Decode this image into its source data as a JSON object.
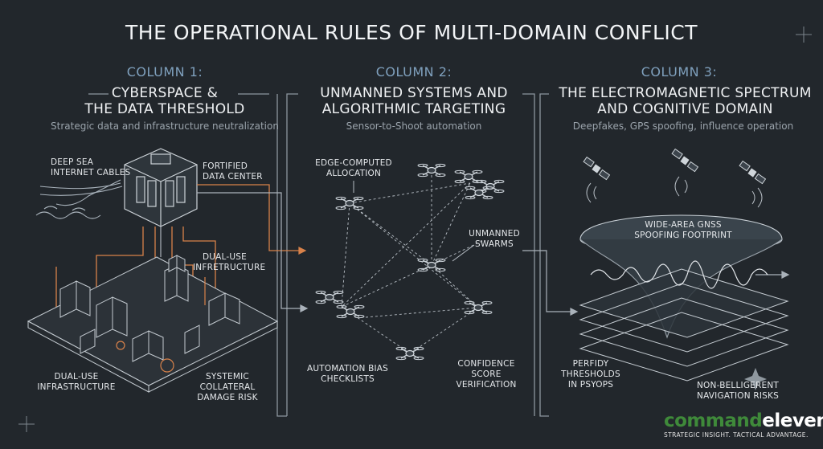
{
  "title": "THE OPERATIONAL RULES OF MULTI-DOMAIN CONFLICT",
  "columns": [
    {
      "kicker": "COLUMN 1:",
      "heading_line1": "CYBERSPACE &",
      "heading_line2": "THE DATA THRESHOLD",
      "subtitle": "Strategic data and infrastructure neutralization",
      "labels": {
        "cables_l1": "DEEP SEA",
        "cables_l2": "INTERNET CABLES",
        "datacenter_l1": "FORTIFIED",
        "datacenter_l2": "DATA CENTER",
        "dualuse_top_l1": "DUAL-USE",
        "dualuse_top_l2": "INFRETRUCTURE",
        "dualuse_bottom_l1": "DUAL-USE",
        "dualuse_bottom_l2": "INFRASTRUCTURE",
        "systemic_l1": "SYSTEMIC",
        "systemic_l2": "COLLATERAL",
        "systemic_l3": "DAMAGE RISK"
      }
    },
    {
      "kicker": "COLUMN 2:",
      "heading_line1": "UNMANNED SYSTEMS AND",
      "heading_line2": "ALGORITHMIC TARGETING",
      "subtitle": "Sensor-to-Shoot automation",
      "labels": {
        "edge_l1": "EDGE-COMPUTED",
        "edge_l2": "ALLOCATION",
        "swarms_l1": "UNMANNED",
        "swarms_l2": "SWARMS",
        "bias_l1": "AUTOMATION BIAS",
        "bias_l2": "CHECKLISTS",
        "conf_l1": "CONFIDENCE",
        "conf_l2": "SCORE",
        "conf_l3": "VERIFICATION"
      }
    },
    {
      "kicker": "COLUMN 3:",
      "heading_line1": "THE ELECTROMAGNETIC SPECTRUM",
      "heading_line2": "AND COGNITIVE DOMAIN",
      "subtitle": "Deepfakes, GPS spoofing, influence operation",
      "labels": {
        "gnss_l1": "WIDE-AREA GNSS",
        "gnss_l2": "SPOOFING FOOTPRINT",
        "perfidy_l1": "PERFIDY",
        "perfidy_l2": "THRESHOLDS",
        "perfidy_l3": "IN PSYOPS",
        "nonbel_l1": "NON-BELLIGERENT",
        "nonbel_l2": "NAVIGATION RISKS"
      }
    }
  ],
  "logo": {
    "word_part1": "command",
    "word_part2": "eleven",
    "tagline": "STRATEGIC INSIGHT. TACTICAL ADVANTAGE."
  },
  "colors": {
    "background": "#22272c",
    "line": "#aab2ba",
    "accent_orange": "#d9824a",
    "kicker_blue": "#7fa0bd",
    "logo_green": "#3f8a3a"
  }
}
